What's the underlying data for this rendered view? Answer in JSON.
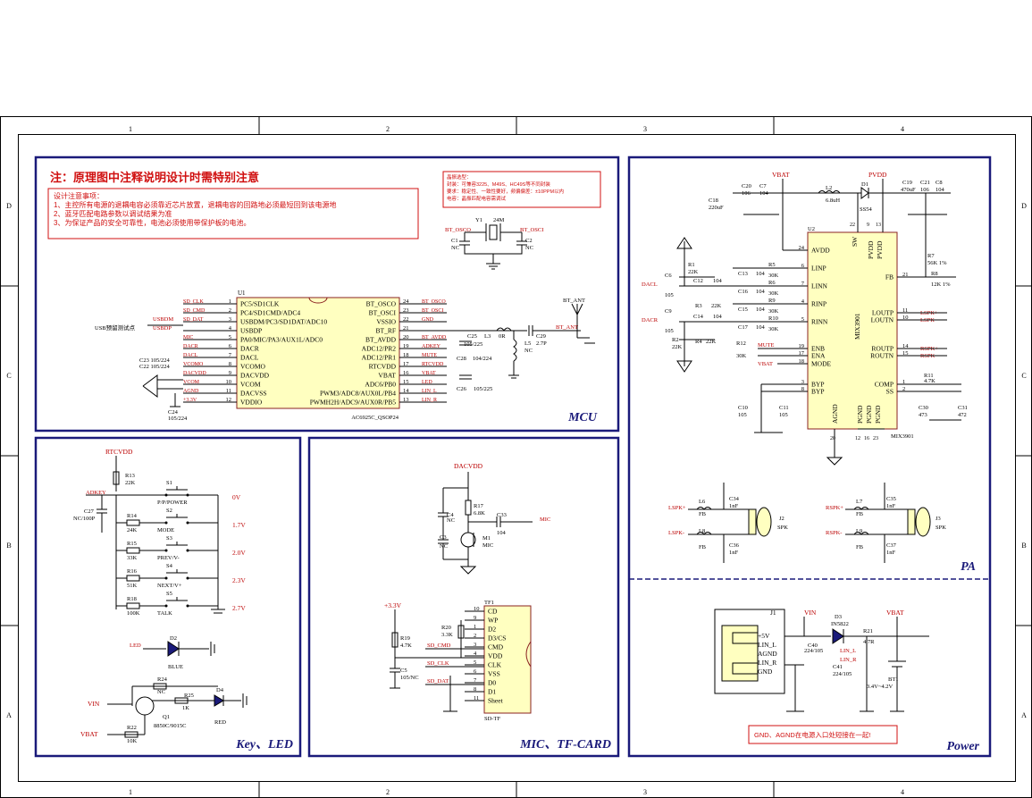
{
  "border": {
    "cols": [
      "1",
      "2",
      "3",
      "4"
    ],
    "rows": [
      "D",
      "C",
      "B",
      "A"
    ]
  },
  "notes": {
    "title": "注：原理图中注释说明设计时需特别注意",
    "box_title": "设计注意事项：",
    "lines": [
      "1、主控所有电源的退耦电容必须靠近芯片放置，退耦电容的回路地必须最短回到该电源地",
      "2、蓝牙匹配电路参数以调试结果为准",
      "3、为保证产品的安全可靠性，电池必须使用带保护板的电池。"
    ],
    "crystal_notes": [
      "晶振选型：",
      "封装：可兼容3225、M49S、HC49S等不同封装",
      "要求：稳定性、一致性要好，频偏偏差：±10PPM以内",
      "电容：晶振匹配电容需调试"
    ]
  },
  "sections": {
    "mcu": "MCU",
    "key_led": "Key、LED",
    "mic_tf": "MIC、TF-CARD",
    "pa": "PA",
    "power": "Power"
  },
  "mcu": {
    "ref": "U1",
    "part": "AC6925C_QSOP24",
    "left_pins": [
      {
        "num": "1",
        "name": "PC5/SD1CLK",
        "net": "SD_CLK"
      },
      {
        "num": "2",
        "name": "PC4/SD1CMD/ADC4",
        "net": "SD_CMD"
      },
      {
        "num": "3",
        "name": "USBDM/PC3/SD1DAT/ADC10",
        "net": "SD_DAT"
      },
      {
        "num": "4",
        "name": "USBDP",
        "net": ""
      },
      {
        "num": "5",
        "name": "PA0/MIC/PA3/AUX1L/ADC0",
        "net": "MIC"
      },
      {
        "num": "6",
        "name": "DACR",
        "net": "DACR"
      },
      {
        "num": "7",
        "name": "DACL",
        "net": "DACL"
      },
      {
        "num": "8",
        "name": "VCOMO",
        "net": "VCOMO"
      },
      {
        "num": "9",
        "name": "DACVDD",
        "net": "DACVDD"
      },
      {
        "num": "10",
        "name": "VCOM",
        "net": "VCOM"
      },
      {
        "num": "11",
        "name": "DACVSS",
        "net": "AGND"
      },
      {
        "num": "12",
        "name": "VDDIO",
        "net": "+3.3V"
      }
    ],
    "right_pins": [
      {
        "num": "24",
        "name": "BT_OSCO",
        "net": "BT_OSCO"
      },
      {
        "num": "23",
        "name": "BT_OSCI",
        "net": "BT_OSCI"
      },
      {
        "num": "22",
        "name": "VSSIO",
        "net": "GND"
      },
      {
        "num": "21",
        "name": "BT_RF",
        "net": ""
      },
      {
        "num": "20",
        "name": "BT_AVDD",
        "net": "BT_AVDD"
      },
      {
        "num": "19",
        "name": "ADC12/PR2",
        "net": "ADKEY"
      },
      {
        "num": "18",
        "name": "ADC12/PR1",
        "net": "MUTE"
      },
      {
        "num": "17",
        "name": "RTCVDD",
        "net": "RTCVDD"
      },
      {
        "num": "16",
        "name": "VBAT",
        "net": "VBAT"
      },
      {
        "num": "15",
        "name": "ADC6/PB0",
        "net": "LED"
      },
      {
        "num": "14",
        "name": "PWM3/ADC8/AUX0L/PB4",
        "net": "LIN_L"
      },
      {
        "num": "13",
        "name": "PWMH2H/ADC9/AUX0R/PB5",
        "net": "LIN_R"
      }
    ],
    "usb_note": "USB预留测试点",
    "usbdm": "USBDM",
    "usbdp": "USBDP",
    "caps_left": "C23  105/224\nC22  105/224",
    "c24": "C24\n105/224",
    "crystal": {
      "ref": "Y1",
      "val": "24M",
      "c1": "C1",
      "c1v": "NC",
      "c2": "C2",
      "c2v": "NC",
      "osco": "BT_OSCO",
      "osci": "BT_OSCI"
    },
    "rf": {
      "ant": "BT_ANT",
      "ant2": "BT_ANT",
      "l3": "L3",
      "l3v": "0R",
      "l5": "L5",
      "l5v": "NC",
      "c29": "C29",
      "c29v": "2.7P",
      "c25": "C25",
      "c25v": "105/225",
      "c28": "C28",
      "c28v": "104/224",
      "c26": "C26",
      "c26v": "105/225"
    }
  },
  "keys": {
    "rtcvdd": "RTCVDD",
    "r13": "R13",
    "r13v": "22K",
    "adkey": "ADKEY",
    "c27": "C27",
    "c27v": "NC/100P",
    "rows": [
      {
        "sw": "S1",
        "name": "P/P/POWER",
        "r": "",
        "rv": "",
        "v": "0V"
      },
      {
        "sw": "S2",
        "name": "MODE",
        "r": "R14",
        "rv": "24K",
        "v": "1.7V"
      },
      {
        "sw": "S3",
        "name": "PREV/V-",
        "r": "R15",
        "rv": "33K",
        "v": "2.0V"
      },
      {
        "sw": "S4",
        "name": "NEXT/V+",
        "r": "R16",
        "rv": "51K",
        "v": "2.3V"
      },
      {
        "sw": "S5",
        "name": "TALK",
        "r": "R18",
        "rv": "100K",
        "v": "2.7V"
      }
    ],
    "led": "LED",
    "d2": "D2",
    "d2v": "BLUE",
    "r24": "R24",
    "r24v": "NC",
    "r25": "R25",
    "r25v": "1K",
    "d4": "D4",
    "d4v": "RED",
    "vin": "VIN",
    "q1": "Q1",
    "q1v": "8850C/9015C",
    "vbat": "VBAT",
    "r22": "R22",
    "r22v": "10K"
  },
  "mic": {
    "dacvdd": "DACVDD",
    "r17": "R17",
    "r17v": "6.8K",
    "c4": "C4",
    "c4v": "NC",
    "c3": "C3",
    "c3v": "NC",
    "c33": "C33",
    "c33v": "104",
    "m1": "M1",
    "m1v": "MIC",
    "micnet": "MIC"
  },
  "tf": {
    "ref": "TF1",
    "part": "SD-TF",
    "pins": [
      {
        "num": "10",
        "name": "CD"
      },
      {
        "num": "9",
        "name": "WP"
      },
      {
        "num": "1",
        "name": "D2"
      },
      {
        "num": "2",
        "name": "D3/CS"
      },
      {
        "num": "3",
        "name": "CMD"
      },
      {
        "num": "4",
        "name": "VDD"
      },
      {
        "num": "5",
        "name": "CLK"
      },
      {
        "num": "6",
        "name": "VSS"
      },
      {
        "num": "7",
        "name": "D0"
      },
      {
        "num": "8",
        "name": "D1"
      },
      {
        "num": "11",
        "name": "Sheet"
      }
    ],
    "v33": "+3.3V",
    "r19": "R19",
    "r19v": "4.7K",
    "r20": "R20",
    "r20v": "3.3K",
    "c5": "C5",
    "c5v": "105/NC",
    "sdcmd": "SD_CMD",
    "sdclk": "SD_CLK",
    "sddat": "SD_DAT"
  },
  "pa": {
    "ref": "U2",
    "part": "MIX3901",
    "part2": "MIX3901",
    "vbat": "VBAT",
    "pvdd": "PVDD",
    "c18": "C18",
    "c18v": "220uF",
    "c20": "C20",
    "c20v": "106",
    "c7": "C7",
    "c7v": "104",
    "l2": "L2",
    "l2v": "6.8uH",
    "d1": "D1",
    "d1v": "SS54",
    "c19": "C19",
    "c19v": "470uF",
    "c21": "C21",
    "c21v": "106",
    "c8": "C8",
    "c8v": "104",
    "r7": "R7",
    "r7v": "56K 1%",
    "r8": "R8",
    "r8v": "12K 1%",
    "pins_left": [
      {
        "num": "24",
        "name": "AVDD"
      },
      {
        "num": "6",
        "name": "LINP"
      },
      {
        "num": "7",
        "name": "LINN"
      },
      {
        "num": "4",
        "name": "RINP"
      },
      {
        "num": "5",
        "name": "RINN"
      },
      {
        "num": "19",
        "name": "ENB"
      },
      {
        "num": "17",
        "name": "ENA"
      },
      {
        "num": "18",
        "name": "MODE"
      },
      {
        "num": "3",
        "name": "BYP"
      },
      {
        "num": "8",
        "name": "BYP"
      }
    ],
    "pins_right": [
      {
        "num": "21",
        "name": "FB"
      },
      {
        "num": "11",
        "name": "LOUTP",
        "net": "LSPK+"
      },
      {
        "num": "10",
        "name": "LOUTN",
        "net": "LSPK-"
      },
      {
        "num": "14",
        "name": "ROUTP",
        "net": "RSPK+"
      },
      {
        "num": "15",
        "name": "ROUTN",
        "net": "RSPK-"
      },
      {
        "num": "1",
        "name": "COMP"
      },
      {
        "num": "2",
        "name": "SS"
      }
    ],
    "top_pins": {
      "sw": "SW",
      "pvdd1": "PVDD",
      "pvdd2": "PVDD",
      "n22": "22",
      "n9": "9",
      "n13": "13"
    },
    "bot_pins": {
      "agnd": "AGND",
      "pg1": "PGND",
      "pg2": "PGND",
      "pg3": "PGND",
      "n20": "20",
      "n12": "12",
      "n16": "16",
      "n23": "23"
    },
    "dacl": "DACL",
    "dacr": "DACR",
    "c6": "C6",
    "c6v": "105",
    "c9": "C9",
    "c9v": "105",
    "r1": "R1",
    "r1v": "22K",
    "r2": "R2",
    "r2v": "22K",
    "r3": "R3",
    "r3v": "22K",
    "r4": "R4",
    "r4v": "22K",
    "c12": "C12",
    "c12v": "104",
    "c14": "C14",
    "c14v": "104",
    "c13": "C13",
    "c13v": "104",
    "c15": "C15",
    "c15v": "104",
    "c16": "C16",
    "c16v": "104",
    "c17": "C17",
    "c17v": "104",
    "r5": "R5",
    "r5v": "30K",
    "r6": "R6",
    "r6v": "30K",
    "r9": "R9",
    "r9v": "30K",
    "r10": "R10",
    "r10v": "30K",
    "r12": "R12",
    "r12v": "30K",
    "mute": "MUTE",
    "vbat2": "VBAT",
    "c10": "C10",
    "c10v": "105",
    "c11": "C11",
    "c11v": "105",
    "r11": "R11",
    "r11v": "4.7K",
    "c30": "C30",
    "c30v": "473",
    "c31": "C31",
    "c31v": "472",
    "spk_l": {
      "p": "LSPK+",
      "n": "LSPK-",
      "l6": "L6",
      "l6v": "FB",
      "l8": "L8",
      "l8v": "FB",
      "c34": "C34",
      "c34v": "1nF",
      "c36": "C36",
      "c36v": "1nF",
      "j": "J2",
      "jv": "SPK"
    },
    "spk_r": {
      "p": "RSPK+",
      "n": "RSPK-",
      "l7": "L7",
      "l7v": "FB",
      "l9": "L9",
      "l9v": "FB",
      "c35": "C35",
      "c35v": "1nF",
      "c37": "C37",
      "c37v": "1nF",
      "j": "J3",
      "jv": "SPK"
    }
  },
  "power": {
    "j1": "J1",
    "pins": [
      "+5V",
      "LIN_L",
      "AGND",
      "LIN_R",
      "GND"
    ],
    "vin": "VIN",
    "vbat": "VBAT",
    "d3": "D3",
    "d3v": "IN5822",
    "r21": "R21",
    "r21v": "4.7R",
    "c40": "C40",
    "c40v": "224/105",
    "c41": "C41",
    "c41v": "224/105",
    "lin_l": "LIN_L",
    "lin_r": "LIN_R",
    "bt1": "BT1",
    "bt1v": "3.4V~4.2V",
    "warning": "GND、AGND在电源入口处短接在一起!"
  }
}
